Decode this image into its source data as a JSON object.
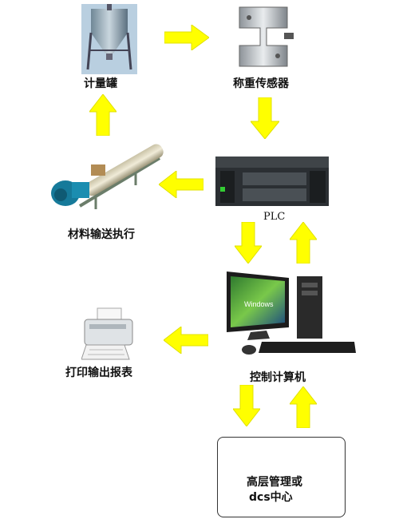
{
  "nodes": {
    "metering_tank": {
      "label": "计量罐",
      "icon": "hopper-tank-icon"
    },
    "load_cell": {
      "label": "称重传感器",
      "icon": "load-cell-sensor-icon"
    },
    "plc": {
      "label": "PLC",
      "icon": "plc-unit-icon"
    },
    "conveyor": {
      "label": "材料输送执行",
      "icon": "screw-conveyor-icon"
    },
    "computer": {
      "label": "控制计算机",
      "icon": "desktop-computer-icon"
    },
    "printer": {
      "label": "打印输出报表",
      "icon": "printer-icon"
    },
    "dcs": {
      "line1": "高层管理或",
      "line2": "dcs中心"
    }
  },
  "arrow_color": "#ffff00",
  "arrow_edge_color": "#e0e000",
  "flows": [
    {
      "from": "metering_tank",
      "to": "load_cell",
      "direction": "right"
    },
    {
      "from": "load_cell",
      "to": "plc",
      "direction": "down"
    },
    {
      "from": "plc",
      "to": "conveyor",
      "direction": "left"
    },
    {
      "from": "conveyor",
      "to": "metering_tank",
      "direction": "up"
    },
    {
      "from": "plc",
      "to": "computer",
      "direction": "down"
    },
    {
      "from": "computer",
      "to": "plc",
      "direction": "up"
    },
    {
      "from": "computer",
      "to": "printer",
      "direction": "left"
    },
    {
      "from": "computer",
      "to": "dcs",
      "direction": "down"
    },
    {
      "from": "dcs",
      "to": "computer",
      "direction": "up"
    }
  ]
}
